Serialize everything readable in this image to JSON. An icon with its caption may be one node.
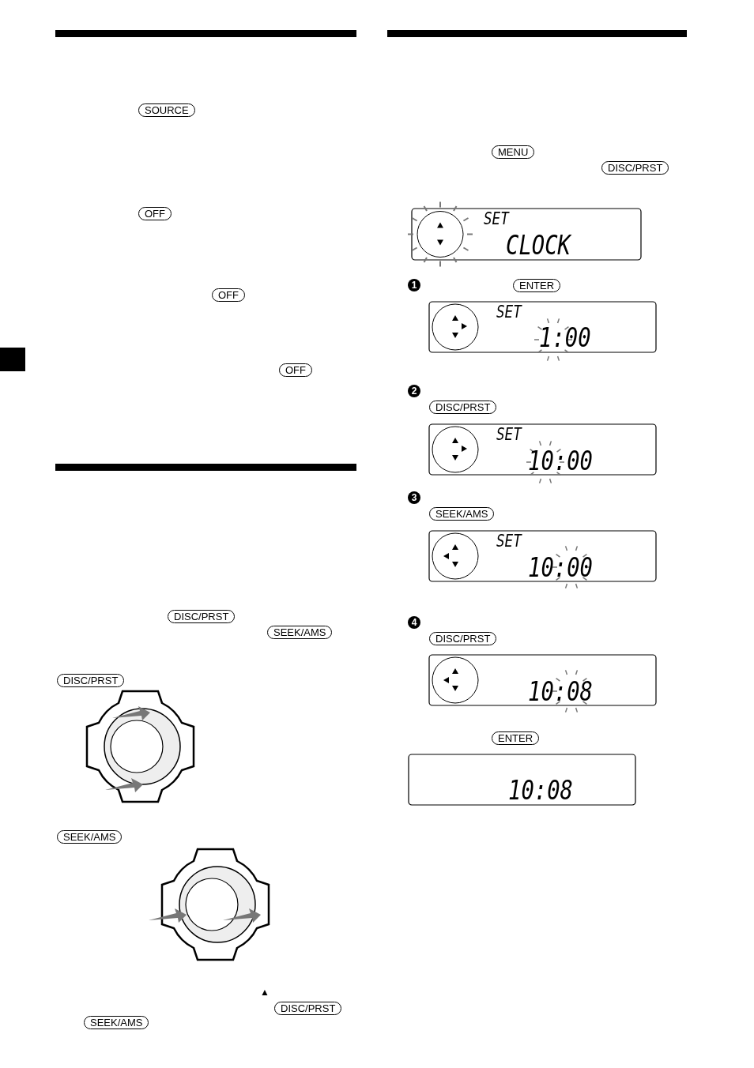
{
  "diagram": {
    "labels": [
      "SOURCE",
      "OFF",
      "OFF",
      "OFF",
      "DISC/PRST",
      "SEEK/AMS",
      "DISC/PRST",
      "SEEK/AMS",
      "▲",
      "DISC/PRST",
      "SEEK/AMS",
      "MENU",
      "DISC/PRST",
      "SET",
      "CLOCK",
      "1",
      "ENTER",
      "SET",
      "1:00",
      "2",
      "DISC/PRST",
      "SET",
      "10:00",
      "3",
      "SEEK/AMS",
      "SET",
      "10:00",
      "4",
      "DISC/PRST",
      "10:08",
      "ENTER",
      "10:08"
    ]
  }
}
